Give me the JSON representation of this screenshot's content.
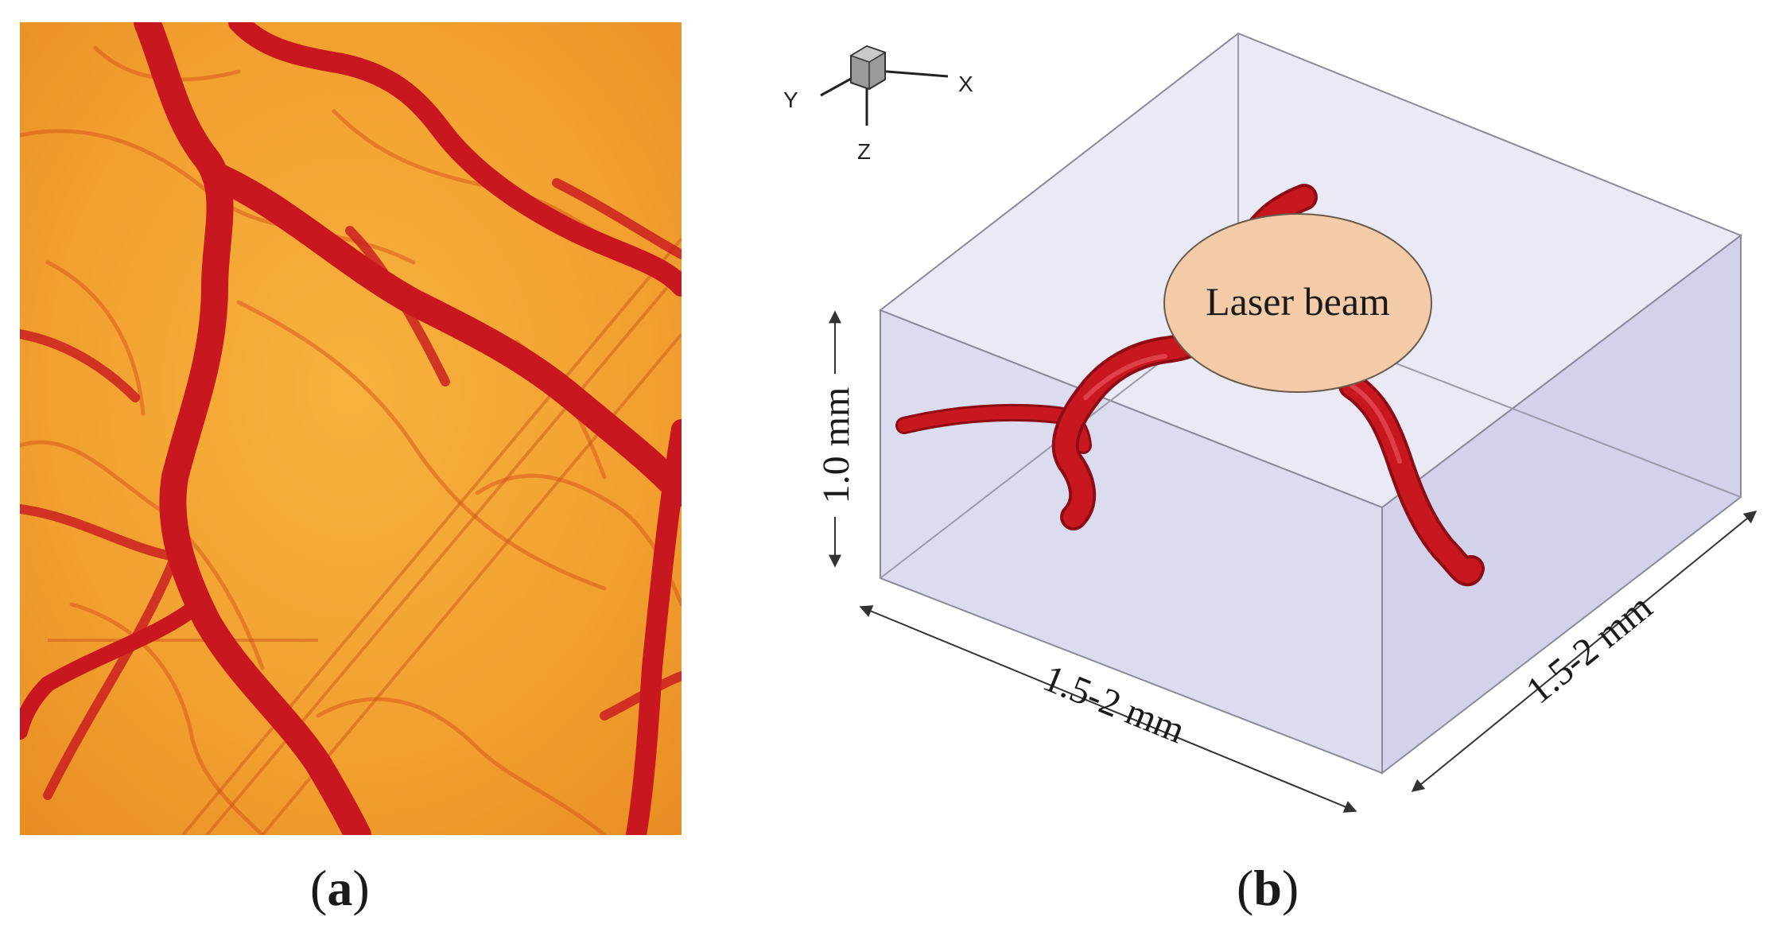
{
  "panel_a": {
    "label_open": "(",
    "label_letter": "a",
    "label_close": ")"
  },
  "panel_b": {
    "label_open": "(",
    "label_letter": "b",
    "label_close": ")",
    "beam_label": "Laser beam",
    "height_label": "1.0 mm",
    "width_label": "1.5-2 mm",
    "depth_label": "1.5-2 mm",
    "axes": {
      "x": "X",
      "y": "Y",
      "z": "Z"
    }
  },
  "colors": {
    "tissue": "#f2a233",
    "vessel": "#c8171f",
    "box_fill": "#dcdcf0",
    "beam_fill": "#f4cba8"
  }
}
